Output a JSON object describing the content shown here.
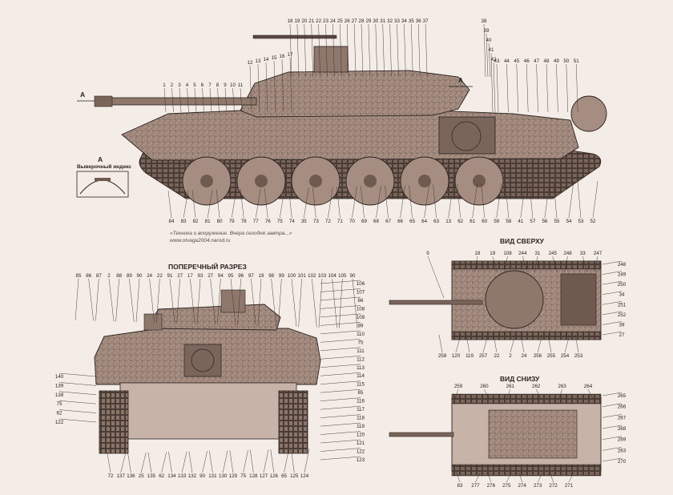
{
  "section_titles": {
    "cross_section": "ПОПЕРЕЧНЫЙ РАЗРЕЗ",
    "top_view": "ВИД СВЕРХУ",
    "bottom_view": "ВИД СНИЗУ"
  },
  "inset": {
    "letter": "А",
    "title": "Выверочный индекс"
  },
  "section_marker": "А",
  "caption": {
    "line1": "«Техника и вооружение. Вчера сегодня завтра...»",
    "line2": "www.otvaga2004.narod.ru"
  },
  "colors": {
    "background": "#f4ece6",
    "hull": "#a58d81",
    "hull_dark": "#6f5a50",
    "hull_light": "#c7b3a8",
    "line": "#2a2320"
  },
  "labels": {
    "side_top": [
      "1",
      "2",
      "3",
      "4",
      "5",
      "6",
      "7",
      "8",
      "9",
      "10",
      "11",
      "12",
      "13",
      "14",
      "15",
      "16",
      "17",
      "18",
      "19",
      "20",
      "21",
      "22",
      "23",
      "24",
      "25",
      "26",
      "27",
      "28",
      "29",
      "30",
      "31",
      "32",
      "33",
      "34",
      "35",
      "36",
      "37",
      "38",
      "39",
      "40",
      "41",
      "42",
      "43",
      "44",
      "45",
      "46",
      "47",
      "48",
      "49",
      "50",
      "51"
    ],
    "side_bottom": [
      "84",
      "83",
      "82",
      "81",
      "80",
      "79",
      "78",
      "77",
      "76",
      "75",
      "74",
      "35",
      "73",
      "72",
      "71",
      "70",
      "69",
      "68",
      "67",
      "66",
      "65",
      "64",
      "63",
      "13",
      "62",
      "61",
      "60",
      "59",
      "58",
      "41",
      "57",
      "56",
      "55",
      "54",
      "53",
      "52"
    ],
    "cross_top": [
      "85",
      "86",
      "87",
      "2",
      "88",
      "89",
      "90",
      "24",
      "22",
      "91",
      "27",
      "17",
      "93",
      "27",
      "94",
      "95",
      "96",
      "97",
      "19",
      "98",
      "99",
      "100",
      "101",
      "102",
      "103",
      "104",
      "105",
      "90"
    ],
    "cross_right": [
      "106",
      "107",
      "66",
      "108",
      "109",
      "89",
      "110",
      "75",
      "111",
      "112",
      "113",
      "114",
      "115",
      "65",
      "116",
      "117",
      "118",
      "119",
      "120",
      "121",
      "122",
      "123"
    ],
    "cross_left": [
      "140",
      "139",
      "138",
      "75",
      "62",
      "122"
    ],
    "cross_bottom": [
      "72",
      "137",
      "136",
      "25",
      "135",
      "62",
      "134",
      "133",
      "132",
      "90",
      "131",
      "130",
      "129",
      "75",
      "128",
      "127",
      "126",
      "65",
      "125",
      "124"
    ],
    "top_view_top": [
      "18",
      "19",
      "108",
      "244",
      "31",
      "245",
      "248",
      "33",
      "247"
    ],
    "top_view_left": [
      "9"
    ],
    "top_view_right": [
      "248",
      "249",
      "250",
      "34",
      "251",
      "252",
      "39",
      "27"
    ],
    "top_view_bottom": [
      "258",
      "120",
      "119",
      "257",
      "22",
      "2",
      "24",
      "256",
      "255",
      "254",
      "253"
    ],
    "bottom_view_top": [
      "259",
      "260",
      "261",
      "262",
      "263",
      "264"
    ],
    "bottom_view_right": [
      "265",
      "266",
      "267",
      "268",
      "269",
      "263",
      "270"
    ],
    "bottom_view_bottom": [
      "83",
      "277",
      "276",
      "275",
      "274",
      "273",
      "272",
      "271"
    ]
  }
}
